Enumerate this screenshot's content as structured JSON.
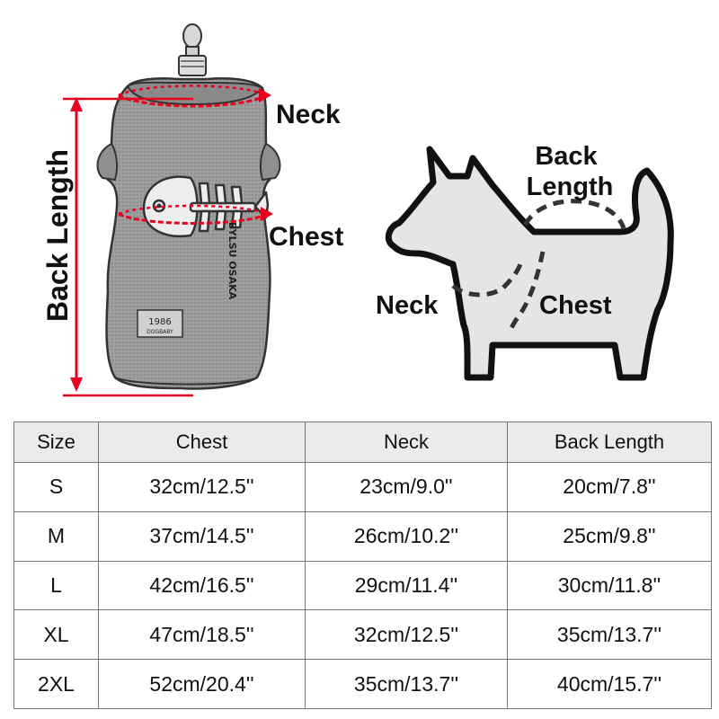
{
  "sweater": {
    "patch_text": "1986",
    "patch_subtext": "DOGBABY",
    "side_label": "BYLSU OSAKA"
  },
  "labels": {
    "neck": "Neck",
    "chest": "Chest",
    "back_length": "Back Length",
    "dog_back_line1": "Back",
    "dog_back_line2": "Length",
    "dog_neck": "Neck",
    "dog_chest": "Chest"
  },
  "colors": {
    "measure_red": "#e8001c",
    "sweater_gray": "#9a9a9a",
    "dog_fill": "#e5e5e5",
    "header_bg": "#ebebeb"
  },
  "table": {
    "headers": [
      "Size",
      "Chest",
      "Neck",
      "Back Length"
    ],
    "rows": [
      [
        "S",
        "32cm/12.5''",
        "23cm/9.0''",
        "20cm/7.8''"
      ],
      [
        "M",
        "37cm/14.5''",
        "26cm/10.2''",
        "25cm/9.8''"
      ],
      [
        "L",
        "42cm/16.5''",
        "29cm/11.4''",
        "30cm/11.8''"
      ],
      [
        "XL",
        "47cm/18.5''",
        "32cm/12.5''",
        "35cm/13.7''"
      ],
      [
        "2XL",
        "52cm/20.4''",
        "35cm/13.7''",
        "40cm/15.7''"
      ]
    ]
  }
}
